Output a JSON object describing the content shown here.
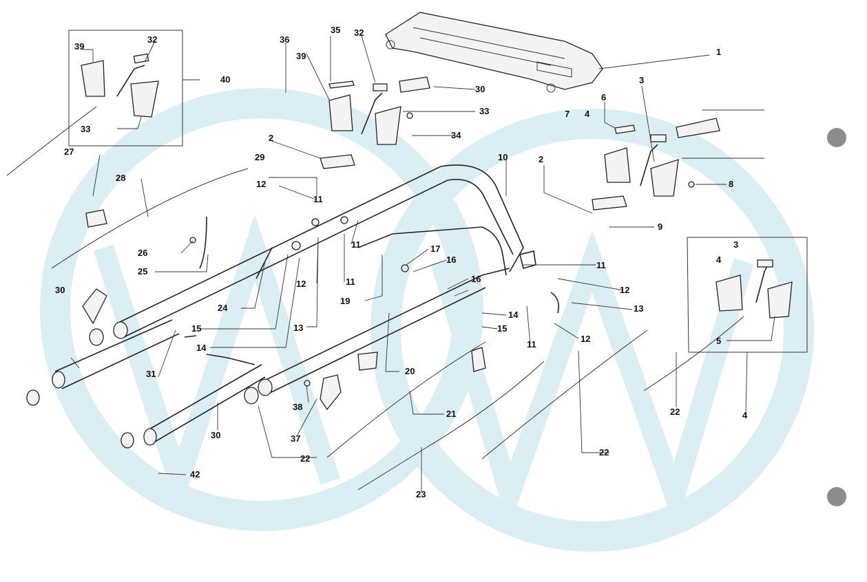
{
  "colors": {
    "watermark": "#d7ecf2",
    "ink": "#222222",
    "background": "#ffffff"
  },
  "callouts": [
    {
      "id": "c1",
      "text": "1"
    },
    {
      "id": "c2a",
      "text": "2"
    },
    {
      "id": "c2b",
      "text": "2"
    },
    {
      "id": "c3a",
      "text": "3"
    },
    {
      "id": "c3b",
      "text": "3"
    },
    {
      "id": "c4a",
      "text": "4"
    },
    {
      "id": "c4b",
      "text": "4"
    },
    {
      "id": "c4c",
      "text": "4"
    },
    {
      "id": "c5",
      "text": "5"
    },
    {
      "id": "c6",
      "text": "6"
    },
    {
      "id": "c7",
      "text": "7"
    },
    {
      "id": "c8",
      "text": "8"
    },
    {
      "id": "c9",
      "text": "9"
    },
    {
      "id": "c10",
      "text": "10"
    },
    {
      "id": "c11a",
      "text": "11"
    },
    {
      "id": "c11b",
      "text": "11"
    },
    {
      "id": "c11c",
      "text": "11"
    },
    {
      "id": "c11d",
      "text": "11"
    },
    {
      "id": "c11e",
      "text": "11"
    },
    {
      "id": "c12a",
      "text": "12"
    },
    {
      "id": "c12b",
      "text": "12"
    },
    {
      "id": "c12c",
      "text": "12"
    },
    {
      "id": "c12d",
      "text": "12"
    },
    {
      "id": "c13a",
      "text": "13"
    },
    {
      "id": "c13b",
      "text": "13"
    },
    {
      "id": "c14a",
      "text": "14"
    },
    {
      "id": "c14b",
      "text": "14"
    },
    {
      "id": "c15a",
      "text": "15"
    },
    {
      "id": "c15b",
      "text": "15"
    },
    {
      "id": "c16a",
      "text": "16"
    },
    {
      "id": "c16b",
      "text": "16"
    },
    {
      "id": "c17",
      "text": "17"
    },
    {
      "id": "c19",
      "text": "19"
    },
    {
      "id": "c20",
      "text": "20"
    },
    {
      "id": "c21",
      "text": "21"
    },
    {
      "id": "c22a",
      "text": "22"
    },
    {
      "id": "c22b",
      "text": "22"
    },
    {
      "id": "c22c",
      "text": "22"
    },
    {
      "id": "c23",
      "text": "23"
    },
    {
      "id": "c24",
      "text": "24"
    },
    {
      "id": "c25",
      "text": "25"
    },
    {
      "id": "c26",
      "text": "26"
    },
    {
      "id": "c27",
      "text": "27"
    },
    {
      "id": "c28",
      "text": "28"
    },
    {
      "id": "c29",
      "text": "29"
    },
    {
      "id": "c30a",
      "text": "30"
    },
    {
      "id": "c30b",
      "text": "30"
    },
    {
      "id": "c30c",
      "text": "30"
    },
    {
      "id": "c31",
      "text": "31"
    },
    {
      "id": "c32a",
      "text": "32"
    },
    {
      "id": "c32b",
      "text": "32"
    },
    {
      "id": "c33a",
      "text": "33"
    },
    {
      "id": "c33b",
      "text": "33"
    },
    {
      "id": "c34",
      "text": "34"
    },
    {
      "id": "c35",
      "text": "35"
    },
    {
      "id": "c36",
      "text": "36"
    },
    {
      "id": "c37",
      "text": "37"
    },
    {
      "id": "c38",
      "text": "38"
    },
    {
      "id": "c39a",
      "text": "39"
    },
    {
      "id": "c39b",
      "text": "39"
    },
    {
      "id": "c40",
      "text": "40"
    },
    {
      "id": "c42",
      "text": "42"
    }
  ]
}
